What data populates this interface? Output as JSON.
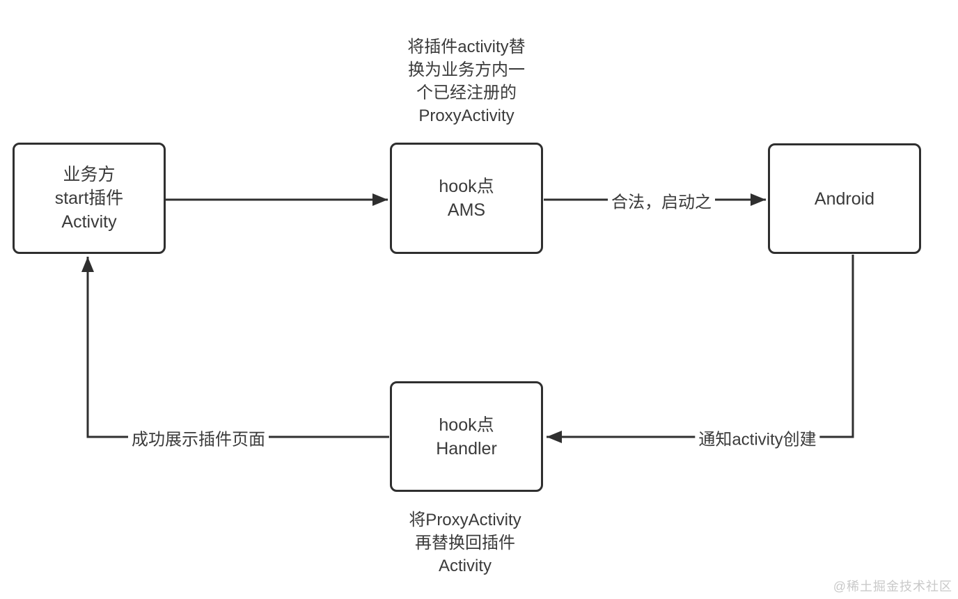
{
  "diagram": {
    "annotations": {
      "top": {
        "line1": "将插件activity替",
        "line2": "换为业务方内一",
        "line3": "个已经注册的",
        "line4": "ProxyActivity"
      },
      "bottom": {
        "line1": "将ProxyActivity",
        "line2": "再替换回插件",
        "line3": "Activity"
      }
    },
    "nodes": {
      "business": {
        "line1": "业务方",
        "line2": "start插件",
        "line3": "Activity"
      },
      "ams": {
        "line1": "hook点",
        "line2": "AMS"
      },
      "android": {
        "label": "Android"
      },
      "handler": {
        "line1": "hook点",
        "line2": "Handler"
      }
    },
    "edge_labels": {
      "ams_to_android": "合法，启动之",
      "android_to_handler": "通知activity创建",
      "handler_to_business": "成功展示插件页面"
    },
    "watermark": "@稀土掘金技术社区",
    "colors": {
      "stroke": "#2f2f2f",
      "text": "#3a3a3a",
      "background": "#ffffff",
      "watermark": "#c9c9c9"
    }
  }
}
